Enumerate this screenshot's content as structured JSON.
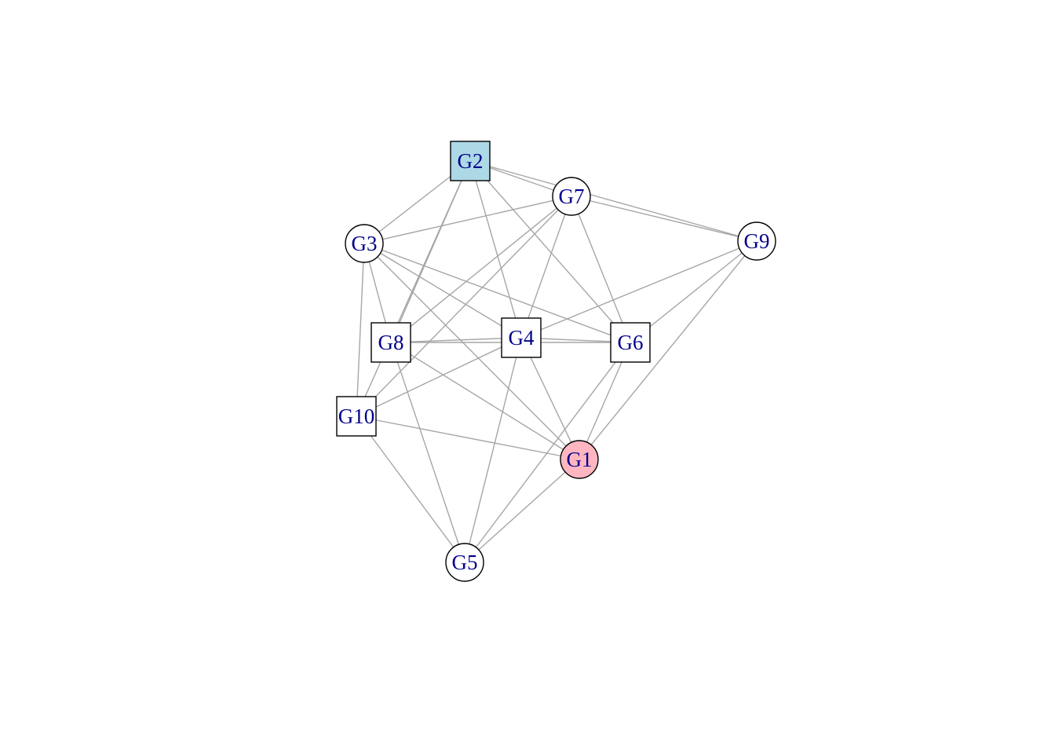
{
  "graph": {
    "colors": {
      "edge": "#a6a6a6",
      "label": "#00008b",
      "node_fill_default": "#ffffff",
      "node_stroke": "#000000"
    },
    "nodes": [
      {
        "id": "G1",
        "label": "G1",
        "shape": "circle",
        "fill": "#ffb6c1"
      },
      {
        "id": "G2",
        "label": "G2",
        "shape": "square",
        "fill": "#add8e6"
      },
      {
        "id": "G3",
        "label": "G3",
        "shape": "circle",
        "fill": "#ffffff"
      },
      {
        "id": "G4",
        "label": "G4",
        "shape": "square",
        "fill": "#ffffff"
      },
      {
        "id": "G5",
        "label": "G5",
        "shape": "circle",
        "fill": "#ffffff"
      },
      {
        "id": "G6",
        "label": "G6",
        "shape": "square",
        "fill": "#ffffff"
      },
      {
        "id": "G7",
        "label": "G7",
        "shape": "circle",
        "fill": "#ffffff"
      },
      {
        "id": "G8",
        "label": "G8",
        "shape": "square",
        "fill": "#ffffff"
      },
      {
        "id": "G9",
        "label": "G9",
        "shape": "circle",
        "fill": "#ffffff"
      },
      {
        "id": "G10",
        "label": "G10",
        "shape": "square",
        "fill": "#ffffff"
      }
    ],
    "edges": [
      [
        "G2",
        "G7"
      ],
      [
        "G2",
        "G9"
      ],
      [
        "G2",
        "G3"
      ],
      [
        "G2",
        "G8"
      ],
      [
        "G2",
        "G10"
      ],
      [
        "G2",
        "G4"
      ],
      [
        "G2",
        "G6"
      ],
      [
        "G7",
        "G9"
      ],
      [
        "G7",
        "G3"
      ],
      [
        "G7",
        "G8"
      ],
      [
        "G7",
        "G10"
      ],
      [
        "G7",
        "G4"
      ],
      [
        "G7",
        "G6"
      ],
      [
        "G3",
        "G8"
      ],
      [
        "G3",
        "G10"
      ],
      [
        "G3",
        "G4"
      ],
      [
        "G3",
        "G6"
      ],
      [
        "G3",
        "G1"
      ],
      [
        "G9",
        "G4"
      ],
      [
        "G9",
        "G6"
      ],
      [
        "G9",
        "G1"
      ],
      [
        "G8",
        "G4"
      ],
      [
        "G8",
        "G6"
      ],
      [
        "G8",
        "G1"
      ],
      [
        "G8",
        "G5"
      ],
      [
        "G4",
        "G6"
      ],
      [
        "G4",
        "G10"
      ],
      [
        "G4",
        "G1"
      ],
      [
        "G4",
        "G5"
      ],
      [
        "G6",
        "G1"
      ],
      [
        "G6",
        "G5"
      ],
      [
        "G10",
        "G1"
      ],
      [
        "G10",
        "G5"
      ],
      [
        "G1",
        "G5"
      ]
    ]
  }
}
